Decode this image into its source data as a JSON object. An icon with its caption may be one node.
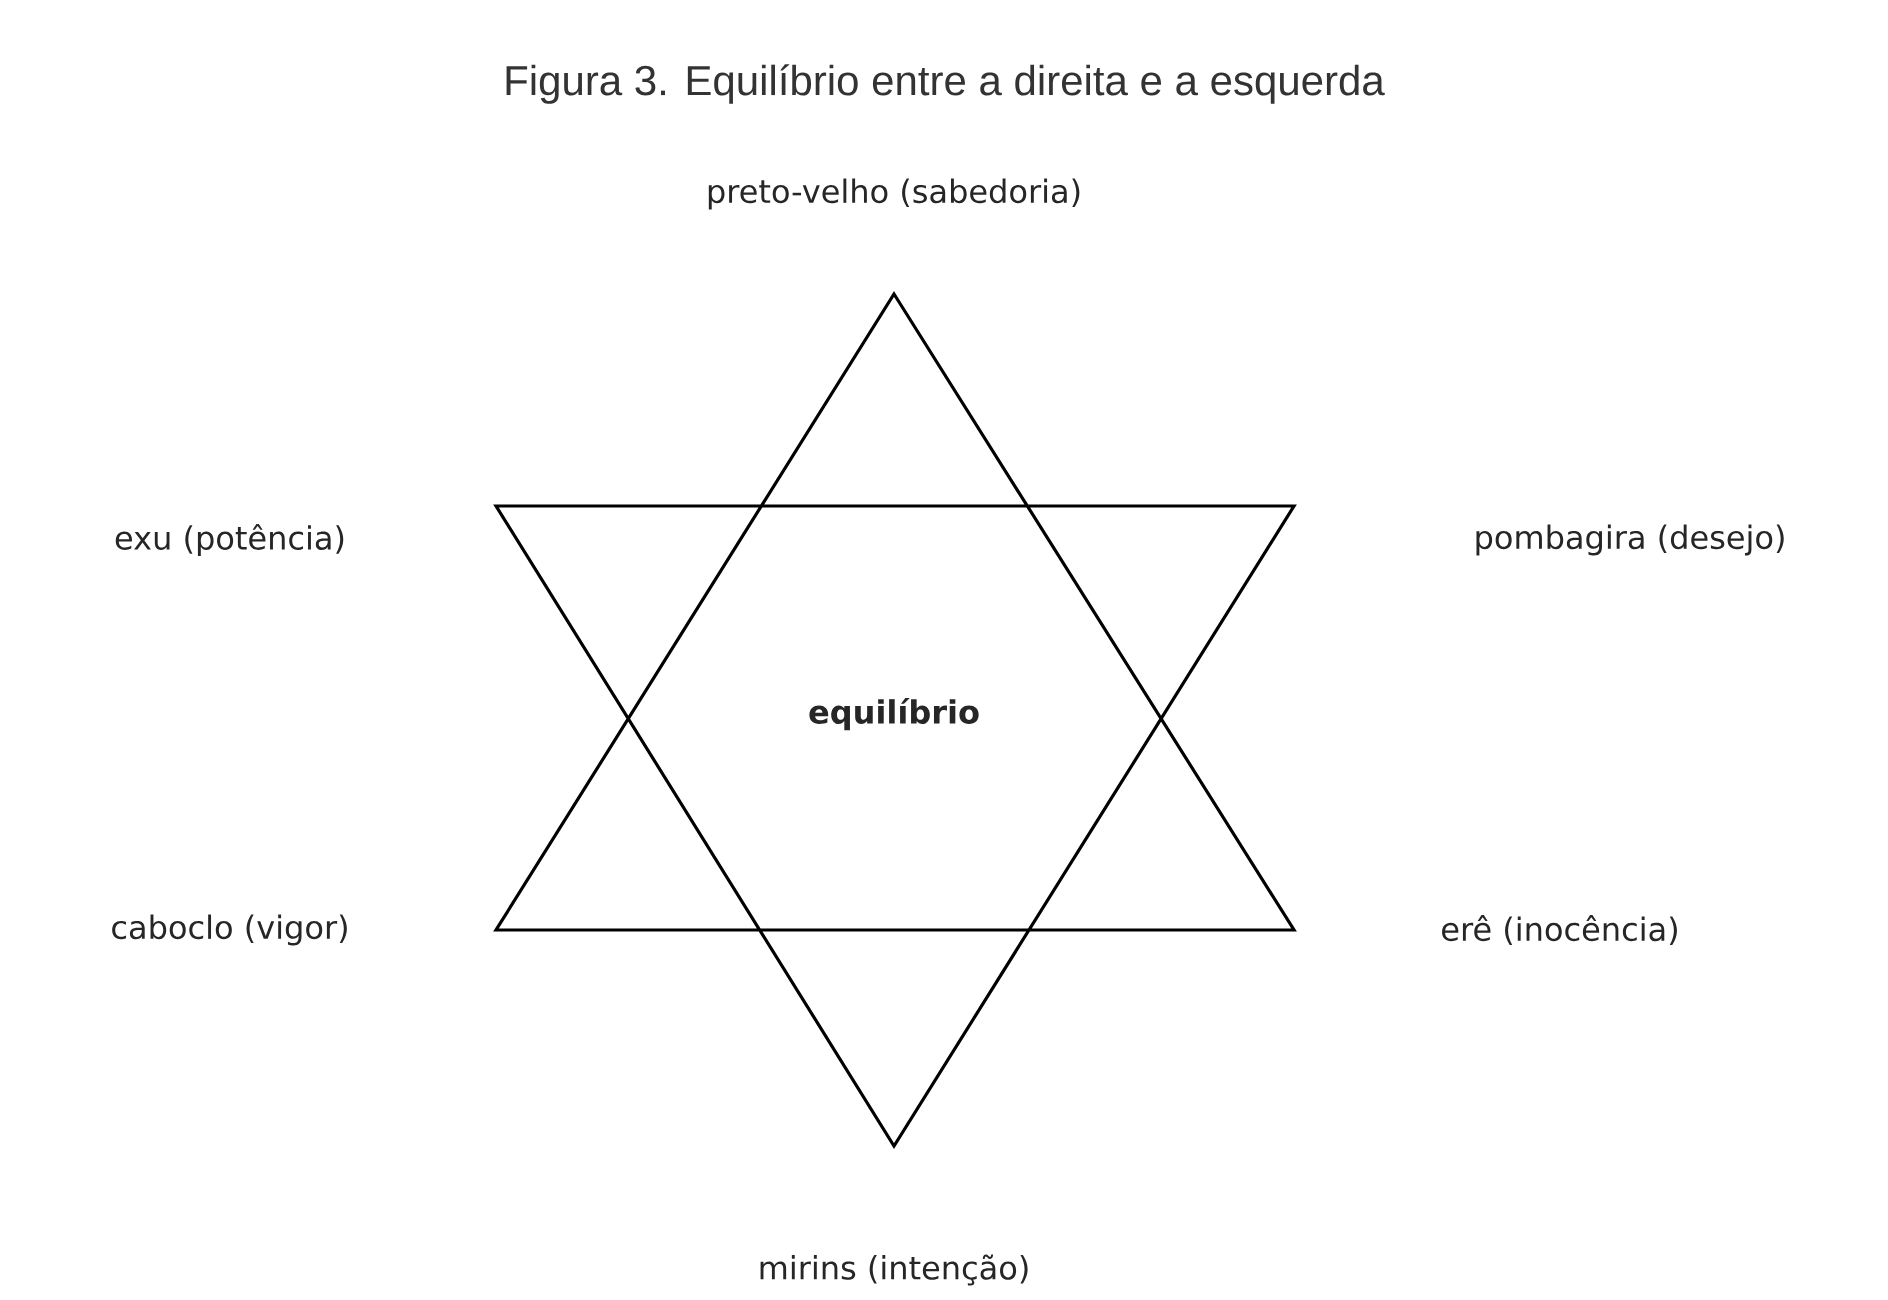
{
  "diagram": {
    "title": "Figura 3. Equilíbrio entre a direita e a esquerda",
    "labels": [
      "preto-velho (sabedoria)",
      "exu (potência)",
      "pombagira (desejo)",
      "equilíbrio",
      "caboclo (vigor)",
      "erê (inocência)",
      "mirins (intenção)"
    ]
  }
}
